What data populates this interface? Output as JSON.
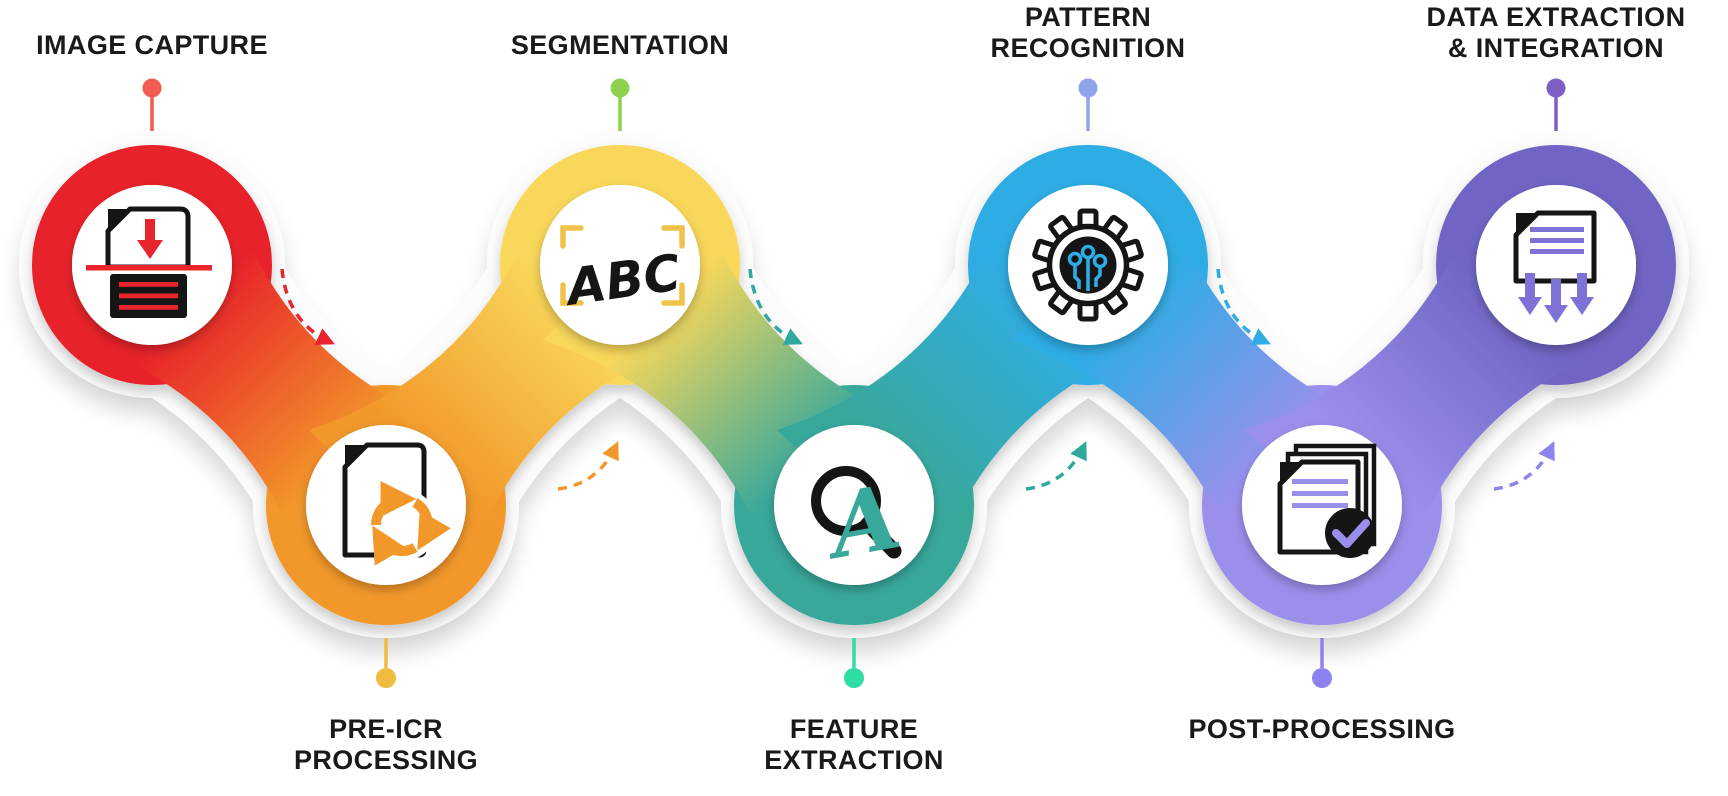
{
  "background": "#ffffff",
  "label_color": "#1a1a1a",
  "steps": [
    {
      "label_lines": [
        "IMAGE CAPTURE"
      ],
      "color": "#E8242C",
      "accent": "#F15B50",
      "icon": "scanner-icon",
      "position": "top"
    },
    {
      "label_lines": [
        "PRE-ICR",
        "PROCESSING"
      ],
      "color": "#F2982A",
      "accent": "#EFBC3F",
      "icon": "document-recycle-icon",
      "position": "bottom"
    },
    {
      "label_lines": [
        "SEGMENTATION"
      ],
      "color": "#F8D75A",
      "accent": "#8FD14F",
      "icon": "abc-scan-icon",
      "position": "top"
    },
    {
      "label_lines": [
        "FEATURE",
        "EXTRACTION"
      ],
      "color": "#38A89B",
      "accent": "#2EDCA6",
      "icon": "letter-magnifier-icon",
      "position": "bottom"
    },
    {
      "label_lines": [
        "PATTERN",
        "RECOGNITION"
      ],
      "color": "#2FACE4",
      "accent": "#91A3EA",
      "icon": "gear-circuit-icon",
      "position": "top"
    },
    {
      "label_lines": [
        "POST-PROCESSING"
      ],
      "color": "#9B8FEC",
      "accent": "#8B82EF",
      "icon": "documents-check-icon",
      "position": "bottom"
    },
    {
      "label_lines": [
        "DATA EXTRACTION",
        "& INTEGRATION"
      ],
      "color": "#6F65C4",
      "accent": "#7E5FC5",
      "icon": "document-export-icon",
      "position": "top"
    }
  ],
  "arrow_colors": [
    "#E8242C",
    "#F2982A",
    "#2EA99C",
    "#2EA99C",
    "#2FACE4",
    "#8B85EC"
  ],
  "icon_colors": {
    "scanner_red": "#E8242C",
    "bracket_gold": "#F0C24B",
    "circuit_blue": "#2FACE4",
    "lavender_line": "#9B8FEC",
    "purple_arrow": "#7E72D8",
    "ink_black": "#151515"
  },
  "icon_text": {
    "segmentation": "ABC",
    "feature_letter": "A"
  }
}
